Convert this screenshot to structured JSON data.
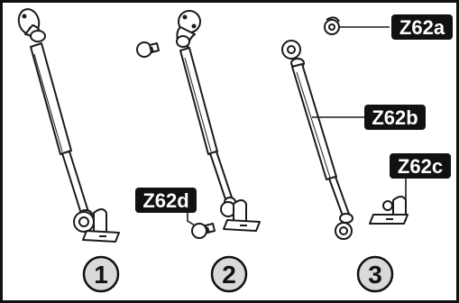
{
  "labels": {
    "z62a": "Z62a",
    "z62b": "Z62b",
    "z62c": "Z62c",
    "z62d": "Z62d"
  },
  "steps": [
    "1",
    "2",
    "3"
  ],
  "colors": {
    "border": "#111111",
    "line": "#1a1a1a",
    "tag_bg": "#111111",
    "tag_text": "#ffffff",
    "circle_fill": "#d9d9d9",
    "part_fill": "#ffffff"
  }
}
